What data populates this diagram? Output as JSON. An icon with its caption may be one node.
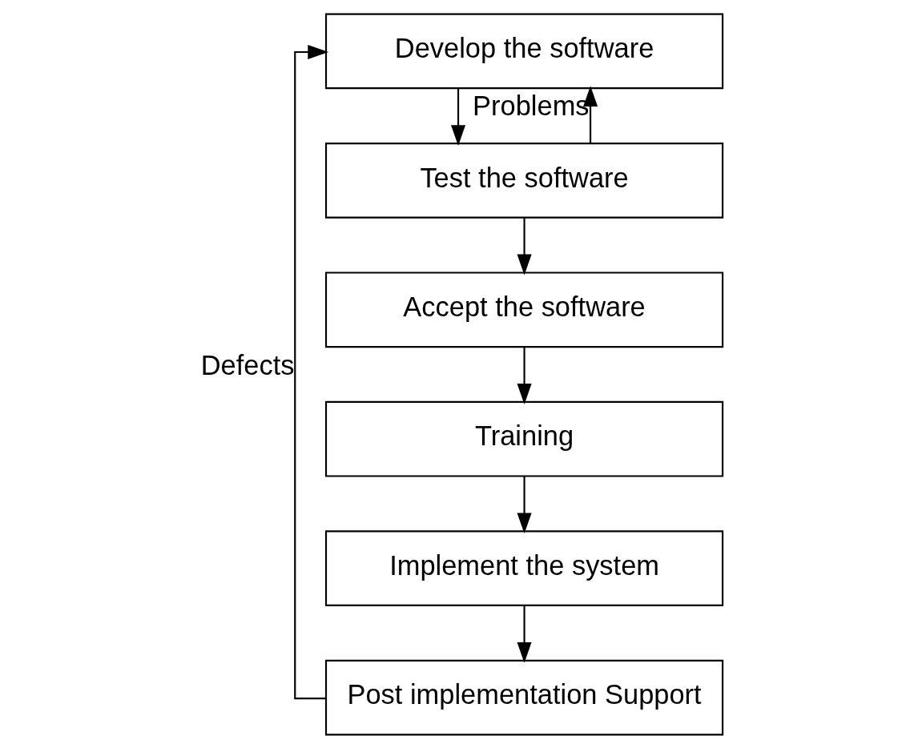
{
  "diagram": {
    "nodes": [
      {
        "text": [
          "Develop the software"
        ]
      },
      {
        "text": [
          "Test the software"
        ]
      },
      {
        "text": [
          "Accept the software"
        ]
      },
      {
        "text": [
          "Training"
        ]
      },
      {
        "text": [
          "Implement the system"
        ]
      },
      {
        "text": [
          "Post implementation Support"
        ]
      }
    ],
    "edges": [
      {
        "from": 0,
        "to": 1,
        "arrow": "to"
      },
      {
        "from": 1,
        "to": 2,
        "arrow": "to"
      },
      {
        "from": 2,
        "to": 3,
        "arrow": "to"
      },
      {
        "from": 3,
        "to": 4,
        "arrow": "to"
      },
      {
        "from": 4,
        "to": 5,
        "arrow": "to"
      },
      {
        "from": 1,
        "to": 0,
        "arrow": "to",
        "label": "Problems"
      },
      {
        "from": 5,
        "to": 0,
        "arrow": "to",
        "label": "Defects"
      }
    ]
  }
}
